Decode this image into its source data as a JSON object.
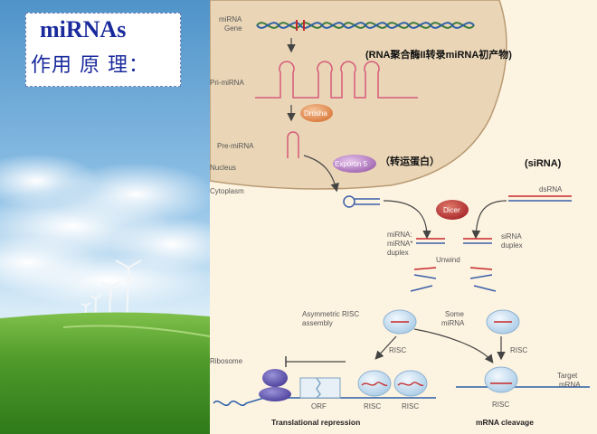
{
  "title": {
    "line1": "miRNAs",
    "line2": "作用 原 理："
  },
  "notes": {
    "pol2": "(RNA聚合酶II转录miRNA初产物)",
    "exportin_cn": "（转运蛋白）",
    "sirna": "(siRNA)"
  },
  "diagram": {
    "mirna_gene": [
      "miRNA",
      "Gene"
    ],
    "pri_mirna": "Pri-miRNA",
    "drosha": "Drosha",
    "pre_mirna": "Pre-miRNA",
    "nucleus": "Nucleus",
    "exportin5": "Exportin 5",
    "cytoplasm": "Cytoplasm",
    "dicer": "Dicer",
    "dsrna": "dsRNA",
    "mirna_duplex": [
      "miRNA:",
      "miRNA*",
      "duplex"
    ],
    "sirna_duplex": [
      "siRNA",
      "duplex"
    ],
    "unwind": "Unwind",
    "asym_risc": [
      "Asymmetric RISC",
      "assembly"
    ],
    "some_mirna": [
      "Some",
      "miRNA"
    ],
    "risc": "RISC",
    "ribosome": "Ribosome",
    "orf": "ORF",
    "target_mrna": [
      "Target",
      "mRNA"
    ],
    "translational_repression": "Translational repression",
    "mrna_cleavage": "mRNA cleavage"
  }
}
